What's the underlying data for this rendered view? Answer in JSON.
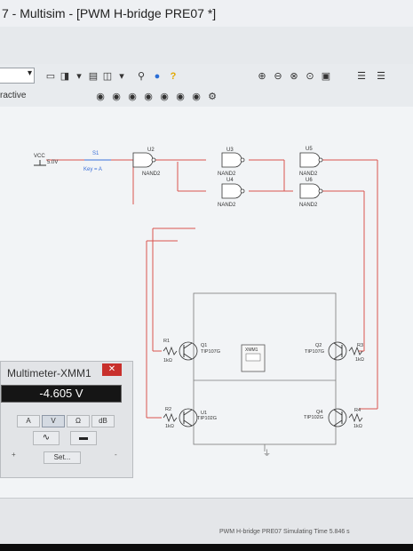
{
  "window": {
    "title": "7 - Multisim - [PWM H-bridge PRE07 *]"
  },
  "toolbar": {
    "mode_label": "ractive",
    "combo_arrow": "▾"
  },
  "schematic": {
    "vcc": {
      "label": "VCC",
      "value": "5.0V"
    },
    "switch": {
      "ref": "S1",
      "key": "Key = A"
    },
    "gates": [
      {
        "ref": "U2",
        "type": "NAND2"
      },
      {
        "ref": "U3",
        "type": "NAND2"
      },
      {
        "ref": "U4",
        "type": "NAND2"
      },
      {
        "ref": "U5",
        "type": "NAND2"
      },
      {
        "ref": "U6",
        "type": "NAND2"
      }
    ],
    "transistors": [
      {
        "ref": "Q1",
        "part": "TIP107G"
      },
      {
        "ref": "Q2",
        "part": "TIP107G"
      },
      {
        "ref": "U1",
        "part": "TIP102G"
      },
      {
        "ref": "Q4",
        "part": "TIP102G"
      }
    ],
    "resistors": [
      {
        "ref": "R1",
        "value": "1kΩ"
      },
      {
        "ref": "R3",
        "value": "1kΩ"
      },
      {
        "ref": "R2",
        "value": "1kΩ"
      },
      {
        "ref": "R4",
        "value": "1kΩ"
      }
    ],
    "meter_symbol": "XMM1"
  },
  "multimeter": {
    "title": "Multimeter-XMM1",
    "close": "✕",
    "reading": "-4.605 V",
    "units": [
      "A",
      "V",
      "Ω",
      "dB"
    ],
    "active_unit": "V",
    "set_label": "Set...",
    "plus": "+",
    "minus": "-"
  },
  "status": {
    "tab_label": "PWM H-bridge PRE07 Simulating Time 5.846 s"
  },
  "colors": {
    "wire": "#d9534f",
    "display_bg": "#151515",
    "close_btn": "#c8302c"
  }
}
